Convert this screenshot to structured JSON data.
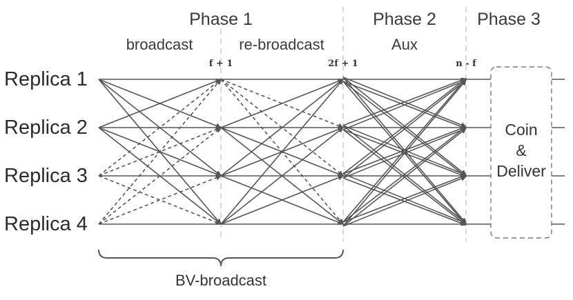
{
  "phases": [
    {
      "label": "Phase 1"
    },
    {
      "label": "Phase 2"
    },
    {
      "label": "Phase 3"
    }
  ],
  "sub_labels": {
    "broadcast": "broadcast",
    "rebroadcast": "re-broadcast",
    "aux": "Aux"
  },
  "thresholds": [
    "f + 1",
    "2f + 1",
    "n - f"
  ],
  "replicas": [
    {
      "label": "Replica 1"
    },
    {
      "label": "Replica 2"
    },
    {
      "label": "Replica 3"
    },
    {
      "label": "Replica 4"
    }
  ],
  "coin_box": {
    "lines": [
      "Coin",
      "&",
      "Deliver"
    ]
  },
  "bv_label": "BV-broadcast",
  "messages": {
    "broadcast_solid_senders": [
      0,
      1
    ],
    "broadcast_dashed_senders": [
      2,
      3
    ],
    "rebroadcast_dashed_senders": [
      0
    ],
    "rebroadcast_solid_senders": [
      1,
      2,
      3
    ],
    "aux_senders": [
      0,
      1,
      2,
      3
    ]
  }
}
